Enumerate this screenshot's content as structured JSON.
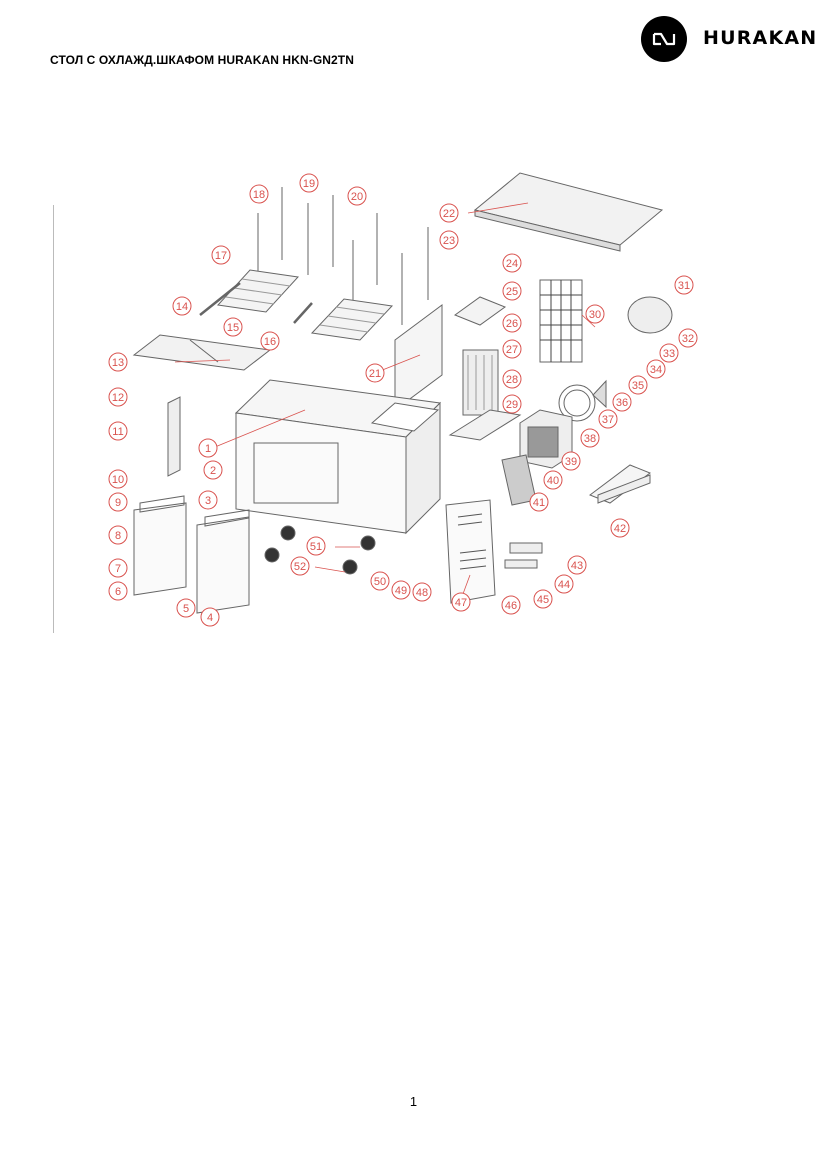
{
  "header": {
    "title": "СТОЛ С ОХЛАЖД.ШКАФОМ HURAKAN HKN-GN2TN",
    "brand": "HURAKAN",
    "logo_icon": "hurakan-wave-logo-icon"
  },
  "diagram": {
    "callout_color": "#d9534f",
    "callouts": [
      "1",
      "2",
      "3",
      "4",
      "5",
      "6",
      "7",
      "8",
      "9",
      "10",
      "11",
      "12",
      "13",
      "14",
      "15",
      "16",
      "17",
      "18",
      "19",
      "20",
      "21",
      "22",
      "23",
      "24",
      "25",
      "26",
      "27",
      "28",
      "29",
      "30",
      "31",
      "32",
      "33",
      "34",
      "35",
      "36",
      "37",
      "38",
      "39",
      "40",
      "41",
      "42",
      "43",
      "44",
      "45",
      "46",
      "47",
      "48",
      "49",
      "50",
      "51",
      "52"
    ]
  },
  "footer": {
    "page_number": "1"
  }
}
